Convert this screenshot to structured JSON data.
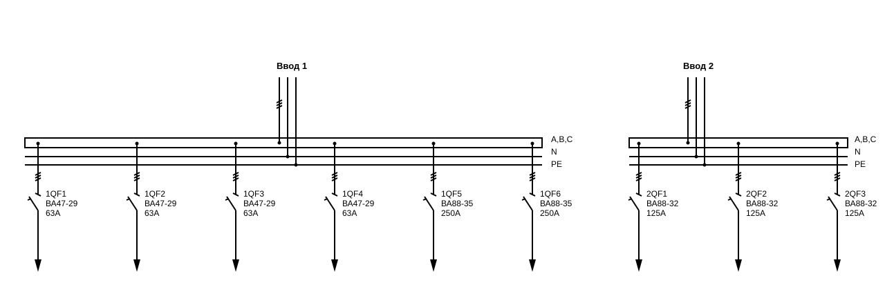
{
  "sections": [
    {
      "title": "Ввод 1",
      "bus_labels": [
        "A,B,C",
        "N",
        "PE"
      ],
      "breakers": [
        {
          "name": "1QF1",
          "type": "ВА47-29",
          "rating": "63А"
        },
        {
          "name": "1QF2",
          "type": "ВА47-29",
          "rating": "63А"
        },
        {
          "name": "1QF3",
          "type": "ВА47-29",
          "rating": "63А"
        },
        {
          "name": "1QF4",
          "type": "ВА47-29",
          "rating": "63А"
        },
        {
          "name": "1QF5",
          "type": "ВА88-35",
          "rating": "250А"
        },
        {
          "name": "1QF6",
          "type": "ВА88-35",
          "rating": "250А"
        }
      ]
    },
    {
      "title": "Ввод 2",
      "bus_labels": [
        "A,B,C",
        "N",
        "PE"
      ],
      "breakers": [
        {
          "name": "2QF1",
          "type": "ВА88-32",
          "rating": "125А"
        },
        {
          "name": "2QF2",
          "type": "ВА88-32",
          "rating": "125А"
        },
        {
          "name": "2QF3",
          "type": "ВА88-32",
          "rating": "125А"
        }
      ]
    }
  ]
}
